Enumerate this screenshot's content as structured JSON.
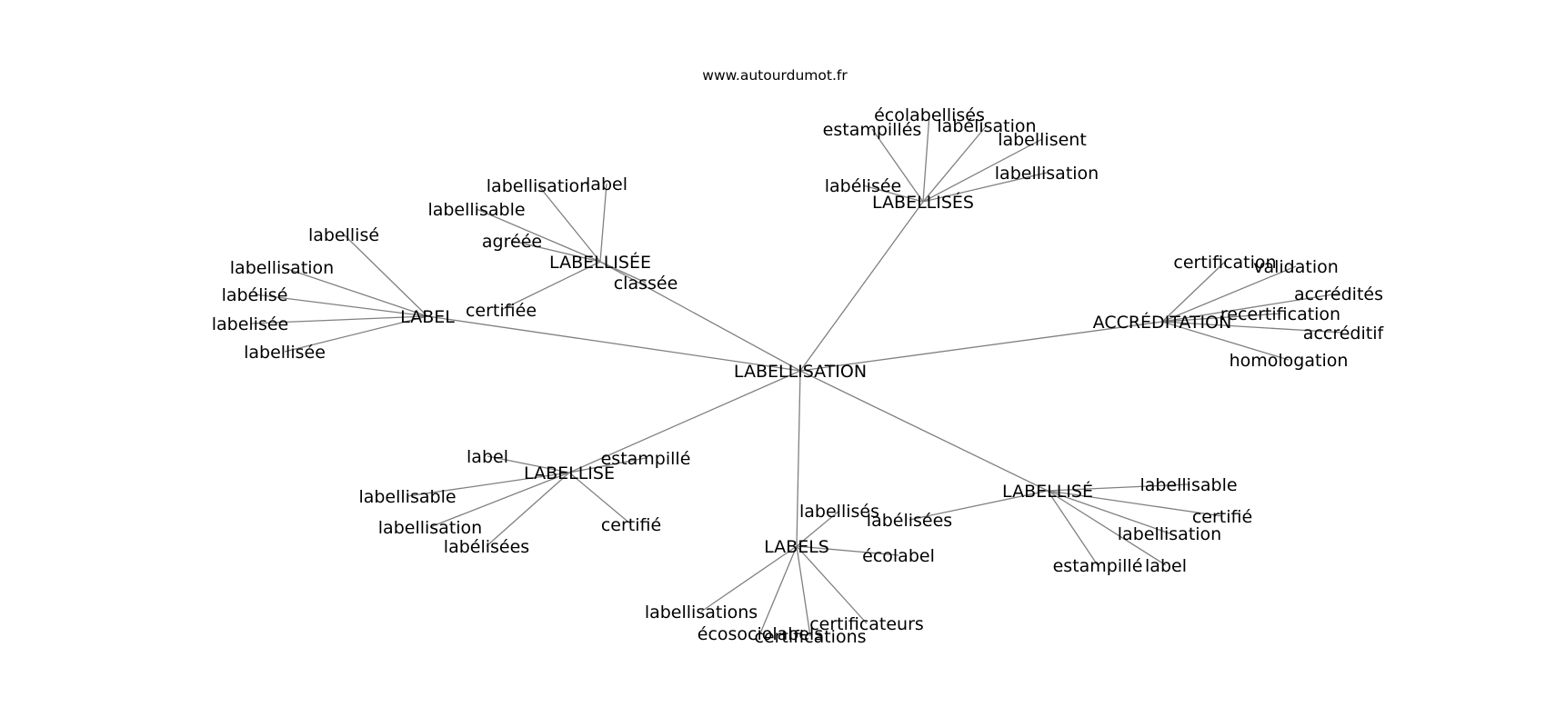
{
  "header": {
    "site": "www.autourdumot.fr"
  },
  "graph": {
    "center": {
      "id": "center",
      "label": "LABELLISATION"
    },
    "hubs": [
      {
        "id": "label",
        "label": "LABEL",
        "leaves": [
          "labellisé",
          "labellisation",
          "labélisé",
          "labelisée",
          "labellisée"
        ]
      },
      {
        "id": "labellisee",
        "label": "LABELLISÉE",
        "leaves": [
          "labellisation",
          "label",
          "labellisable",
          "agrééе",
          "certifiée",
          "classée"
        ]
      },
      {
        "id": "labellises",
        "label": "LABELLISÉS",
        "leaves": [
          "écolabellisés",
          "estampillés",
          "labélisation",
          "labellisent",
          "labélisée",
          "labellisation"
        ]
      },
      {
        "id": "accreditation",
        "label": "ACCRÉDITATION",
        "leaves": [
          "certification",
          "validation",
          "accrédités",
          "recertification",
          "accréditif",
          "homologation"
        ]
      },
      {
        "id": "labellise-1",
        "label": "LABELLISE",
        "leaves": [
          "label",
          "estampillé",
          "labellisable",
          "labellisation",
          "labélisées",
          "certifié"
        ]
      },
      {
        "id": "labels",
        "label": "LABELS",
        "leaves": [
          "labellisés",
          "écolabel",
          "labellisations",
          "écosociolabels",
          "certifications",
          "certificateurs"
        ]
      },
      {
        "id": "labellise-2",
        "label": "LABELLISÉ",
        "leaves": [
          "labellisable",
          "labélisées",
          "certifié",
          "labellisation",
          "estampillé",
          "label"
        ]
      }
    ]
  }
}
